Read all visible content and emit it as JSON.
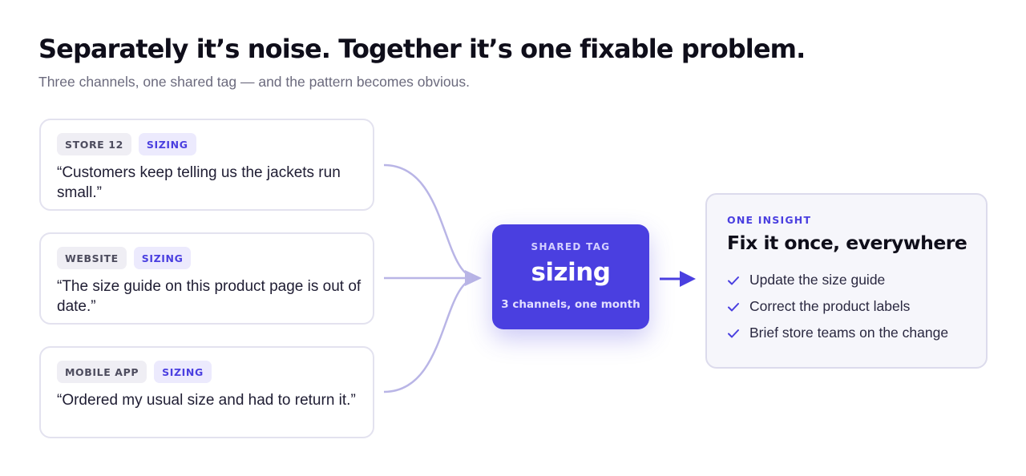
{
  "header": {
    "title": "Separately it’s noise. Together it’s one fixable problem.",
    "subtitle": "Three channels, one shared tag — and the pattern becomes obvious."
  },
  "feedback": [
    {
      "source": "STORE 12",
      "tag": "SIZING",
      "quote": "“Customers keep telling us the jackets run small.”"
    },
    {
      "source": "WEBSITE",
      "tag": "SIZING",
      "quote": "“The size guide on this product page is out of date.”"
    },
    {
      "source": "MOBILE APP",
      "tag": "SIZING",
      "quote": "“Ordered my usual size and had to return it.”"
    }
  ],
  "hub": {
    "kicker": "SHARED TAG",
    "value": "sizing",
    "caption": "3 channels, one month"
  },
  "insight": {
    "kicker": "ONE INSIGHT",
    "title": "Fix it once, everywhere",
    "actions": [
      "Update the size guide",
      "Correct the product labels",
      "Brief store teams on the change"
    ]
  },
  "colors": {
    "accent": "#4a3fe0",
    "connector": "#b9b5e6",
    "card_border": "#e3e2ef",
    "insight_bg": "#f6f6fb"
  },
  "icons": [
    "check-icon",
    "arrow-right-icon"
  ]
}
